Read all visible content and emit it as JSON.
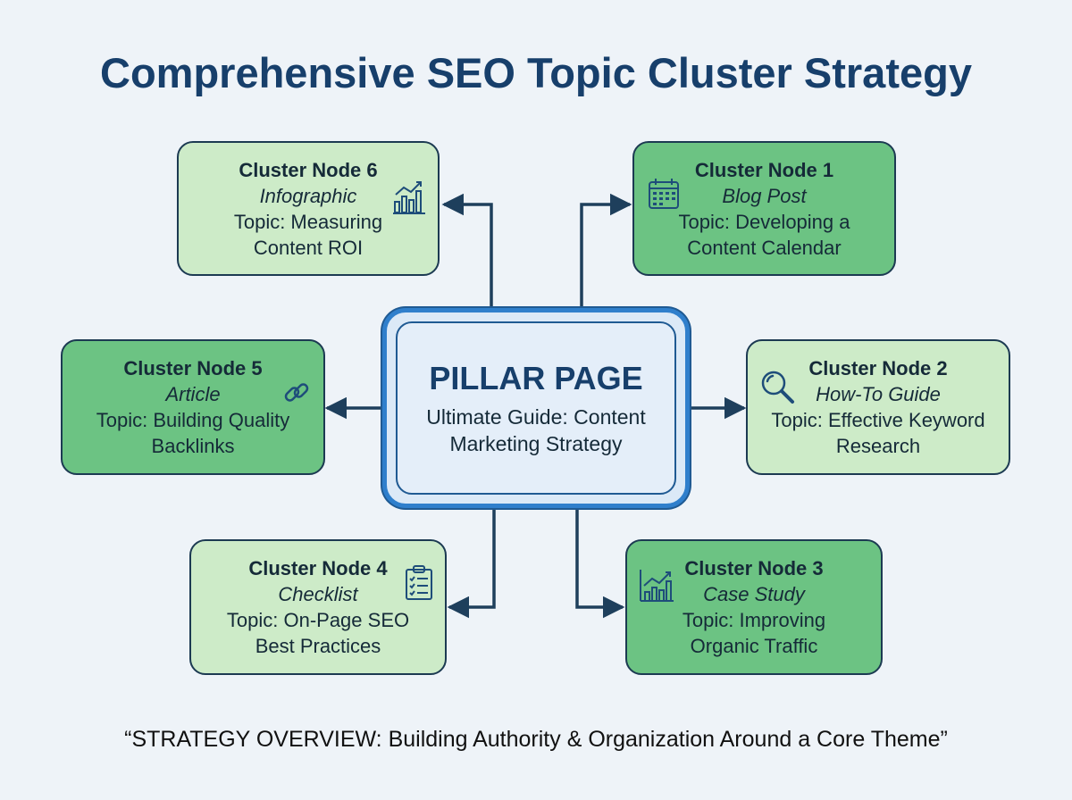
{
  "title": "Comprehensive SEO Topic Cluster Strategy",
  "pillar": {
    "title": "PILLAR PAGE",
    "subtitle": "Ultimate Guide: Content\nMarketing Strategy"
  },
  "nodes": [
    {
      "title": "Cluster Node 1",
      "type": "Blog Post",
      "topic": "Topic: Developing a\nContent Calendar",
      "icon": "calendar-icon"
    },
    {
      "title": "Cluster Node 2",
      "type": "How-To Guide",
      "topic": "Topic: Effective Keyword\nResearch",
      "icon": "magnifier-icon"
    },
    {
      "title": "Cluster Node 3",
      "type": "Case Study",
      "topic": "Topic: Improving\nOrganic Traffic",
      "icon": "trend-chart-icon"
    },
    {
      "title": "Cluster Node 4",
      "type": "Checklist",
      "topic": "Topic: On-Page SEO\nBest Practices",
      "icon": "clipboard-checklist-icon"
    },
    {
      "title": "Cluster Node 5",
      "type": "Article",
      "topic": "Topic: Building Quality\nBacklinks",
      "icon": "link-icon"
    },
    {
      "title": "Cluster Node 6",
      "type": "Infographic",
      "topic": "Topic: Measuring\nContent ROI",
      "icon": "bar-chart-icon"
    }
  ],
  "colors": {
    "title": "#173f6b",
    "node_light": "#cdebc8",
    "node_dark": "#6cc383",
    "pillar_border": "#2f7fcc",
    "arrow": "#1e3f5c"
  },
  "footer": "“STRATEGY OVERVIEW: Building Authority & Organization Around a Core Theme”"
}
